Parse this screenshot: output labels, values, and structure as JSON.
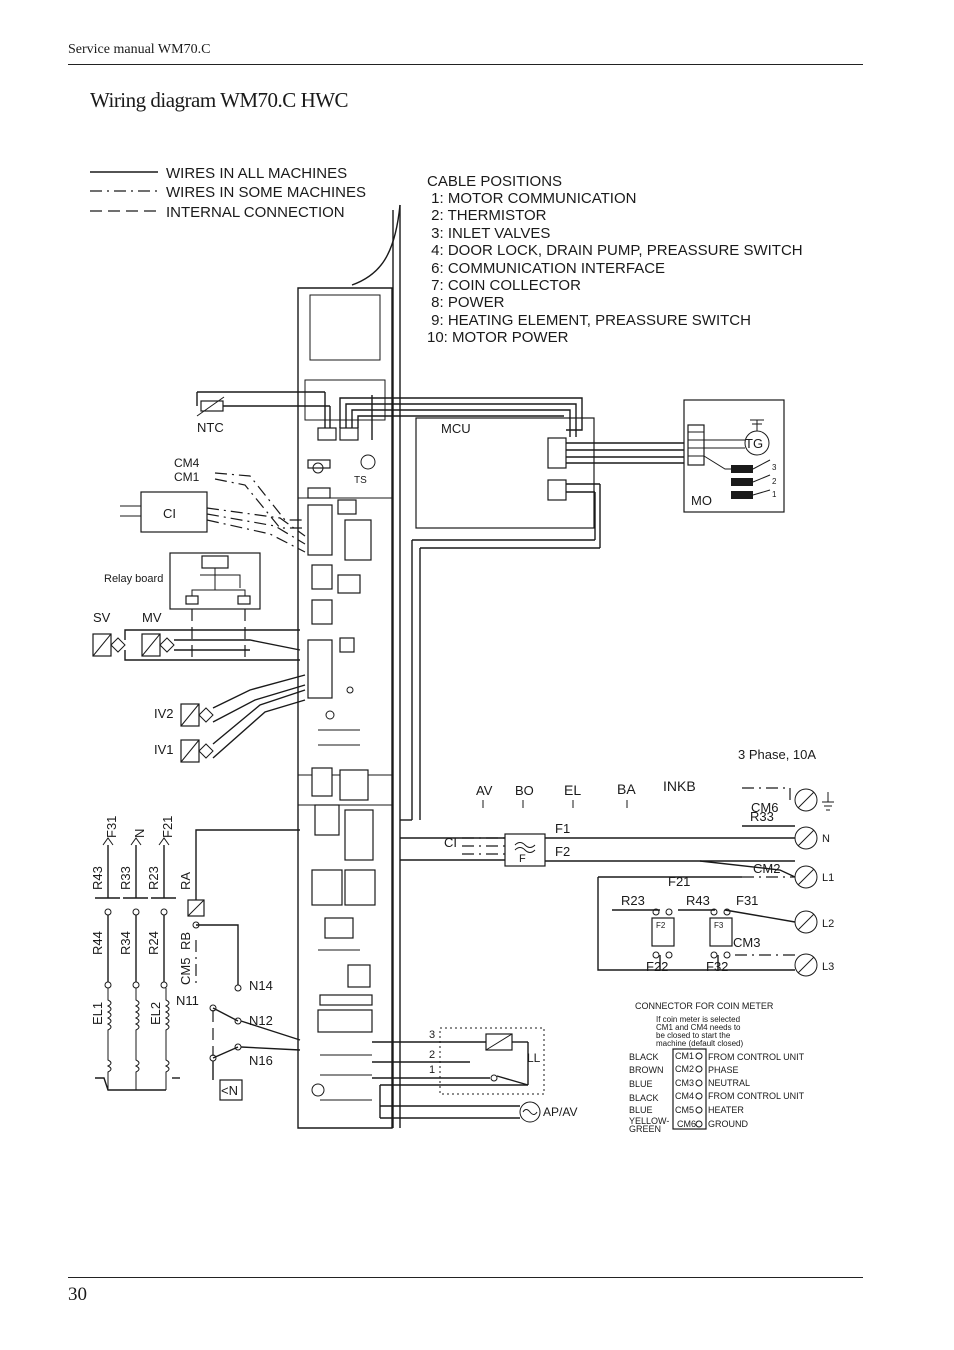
{
  "header": {
    "text": "Service manual WM70.C",
    "page_number": "30"
  },
  "title": "Wiring diagram WM70.C HWC",
  "legend": {
    "solid": "WIRES IN ALL MACHINES",
    "dashdot": "WIRES IN SOME MACHINES",
    "dashed": "INTERNAL CONNECTION"
  },
  "cable_positions": {
    "heading": "CABLE POSITIONS",
    "items": [
      " 1: MOTOR COMMUNICATION",
      " 2: THERMISTOR",
      " 3: INLET VALVES",
      " 4: DOOR LOCK, DRAIN PUMP, PREASSURE SWITCH",
      " 6: COMMUNICATION INTERFACE",
      " 7: COIN COLLECTOR",
      " 8: POWER",
      " 9: HEATING ELEMENT, PREASSURE SWITCH",
      "10: MOTOR POWER"
    ]
  },
  "labels": {
    "ntc": "NTC",
    "mcu": "MCU",
    "cm4": "CM4",
    "cm1": "CM1",
    "ts": "TS",
    "ci": "CI",
    "relay_board": "Relay board",
    "sv": "SV",
    "mv": "MV",
    "iv2": "IV2",
    "iv1": "IV1",
    "tg": "TG",
    "mo": "MO",
    "mo3": "3",
    "mo2": "2",
    "mo1": "1",
    "phase": "3 Phase, 10A",
    "av": "AV",
    "bo": "BO",
    "el": "EL",
    "ba": "BA",
    "inkb": "INKB",
    "cm6": "CM6",
    "r33r": "R33",
    "cm2": "CM2",
    "cm3": "CM3",
    "n_term": "N",
    "l1": "L1",
    "l2": "L2",
    "l3": "L3",
    "ci2": "CI",
    "f1": "F1",
    "f2": "F2",
    "f_filter": "F",
    "f21": "F21",
    "r23r": "R23",
    "r43r": "R43",
    "f31r": "F31",
    "f2box": "F2",
    "f3box": "F3",
    "f22": "F22",
    "f32": "F32",
    "f31": "F31",
    "n_vert": "N",
    "f21v": "F21",
    "r43": "R43",
    "r33": "R33",
    "r23": "R23",
    "ra": "RA",
    "r44": "R44",
    "r34": "R34",
    "r24": "R24",
    "rb": "RB",
    "cm5": "CM5",
    "el1": "EL1",
    "el2": "EL2",
    "n11": "N11",
    "n14": "N14",
    "n12": "N12",
    "n16": "N16",
    "ltn": "<N",
    "c3": "3",
    "c2": "2",
    "c1": "1",
    "ll": "LL",
    "apav": "AP/AV"
  },
  "coin_connector": {
    "title": "CONNECTOR FOR COIN METER",
    "note": [
      "If coin meter is selected",
      "CM1 and CM4 needs to",
      "be closed to start the",
      "machine (default closed)"
    ],
    "rows": [
      {
        "color": "BLACK",
        "pin": "CM1",
        "desc": "FROM CONTROL UNIT"
      },
      {
        "color": "BROWN",
        "pin": "CM2",
        "desc": "PHASE"
      },
      {
        "color": "BLUE",
        "pin": "CM3",
        "desc": "NEUTRAL"
      },
      {
        "color": "BLACK",
        "pin": "CM4",
        "desc": "FROM CONTROL UNIT"
      },
      {
        "color": "BLUE",
        "pin": "CM5",
        "desc": "HEATER"
      },
      {
        "color": "YELLOW-",
        "pin": "CM6",
        "desc": "GROUND"
      }
    ],
    "green": "GREEN"
  }
}
